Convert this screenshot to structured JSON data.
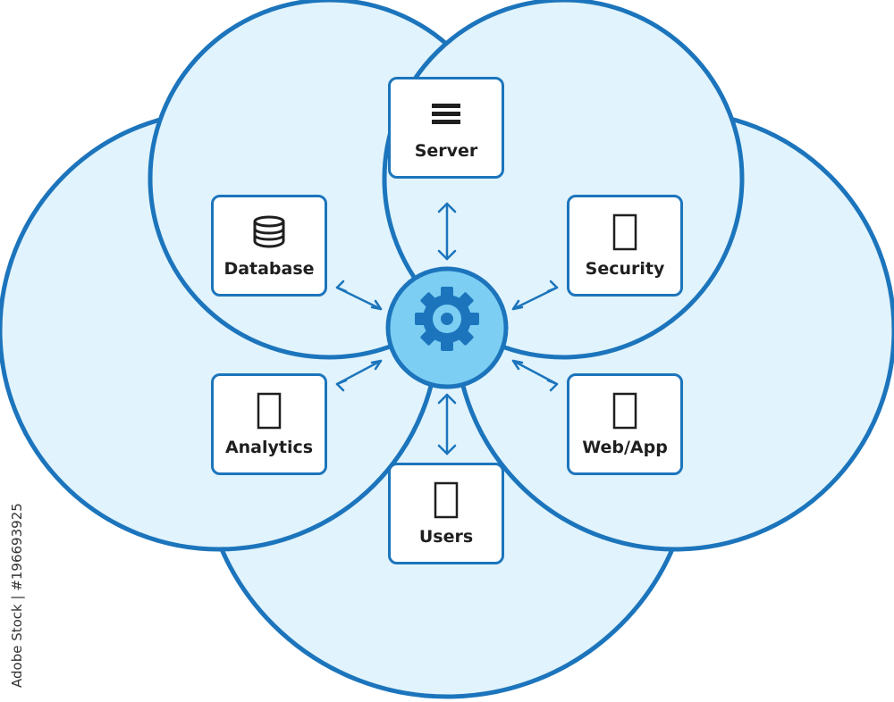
{
  "colors": {
    "circle_fill": "#e1f3fc",
    "circle_stroke": "#1c75bc",
    "hub_fill": "#7ccff3",
    "hub_icon": "#1c75bc",
    "box_border": "#1c75bc",
    "text": "#1f1f1f"
  },
  "hub": {
    "icon": "gear-icon"
  },
  "nodes": [
    {
      "id": "server",
      "label": "Server",
      "icon": "server-rack-icon"
    },
    {
      "id": "database",
      "label": "Database",
      "icon": "database-icon"
    },
    {
      "id": "security",
      "label": "Security",
      "icon": "shield-icon"
    },
    {
      "id": "analytics",
      "label": "Analytics",
      "icon": "chart-icon"
    },
    {
      "id": "webapp",
      "label": "Web/App",
      "icon": "browser-icon"
    },
    {
      "id": "users",
      "label": "Users",
      "icon": "users-icon"
    }
  ],
  "watermark": "Adobe Stock | #196693925"
}
